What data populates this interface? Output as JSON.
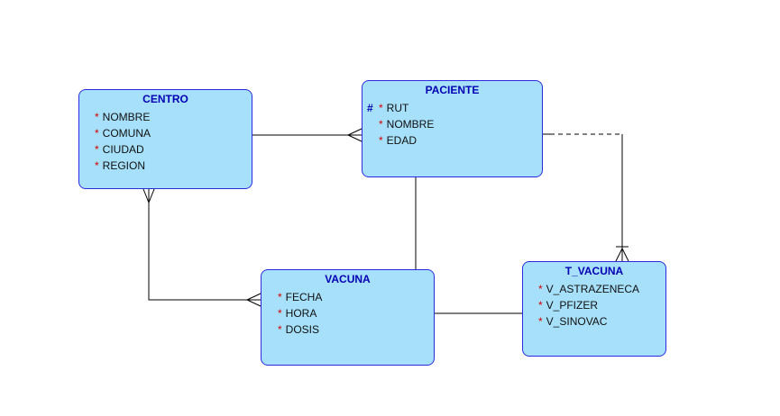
{
  "colors": {
    "entity_fill": "#a6e0fa",
    "entity_border": "#2a2ae0",
    "title_text": "#0000b4",
    "required_marker": "#d60000",
    "line": "#000000"
  },
  "entities": {
    "centro": {
      "title": "CENTRO",
      "attributes": [
        {
          "marker": "*",
          "name": "NOMBRE"
        },
        {
          "marker": "*",
          "name": "COMUNA"
        },
        {
          "marker": "*",
          "name": "CIUDAD"
        },
        {
          "marker": "*",
          "name": "REGION"
        }
      ]
    },
    "paciente": {
      "title": "PACIENTE",
      "attributes": [
        {
          "key": "#",
          "marker": "*",
          "name": "RUT"
        },
        {
          "key": "",
          "marker": "*",
          "name": "NOMBRE"
        },
        {
          "key": "",
          "marker": "*",
          "name": "EDAD"
        }
      ]
    },
    "vacuna": {
      "title": "VACUNA",
      "attributes": [
        {
          "marker": "*",
          "name": "FECHA"
        },
        {
          "marker": "*",
          "name": "HORA"
        },
        {
          "marker": "*",
          "name": "DOSIS"
        }
      ]
    },
    "t_vacuna": {
      "title": "T_VACUNA",
      "attributes": [
        {
          "marker": "*",
          "name": "V_ASTRAZENECA"
        },
        {
          "marker": "*",
          "name": "V_PFIZER"
        },
        {
          "marker": "*",
          "name": "V_SINOVAC"
        }
      ]
    }
  },
  "relationships": [
    {
      "from": "CENTRO",
      "to": "PACIENTE",
      "many_end": "PACIENTE",
      "line": "solid"
    },
    {
      "from": "CENTRO",
      "to": "VACUNA",
      "many_end": "both",
      "line": "solid"
    },
    {
      "from": "PACIENTE",
      "to": "VACUNA",
      "line": "solid"
    },
    {
      "from": "PACIENTE",
      "to": "T_VACUNA",
      "many_end": "T_VACUNA",
      "line": "partially-dashed"
    },
    {
      "from": "VACUNA",
      "to": "T_VACUNA",
      "line": "solid"
    }
  ]
}
